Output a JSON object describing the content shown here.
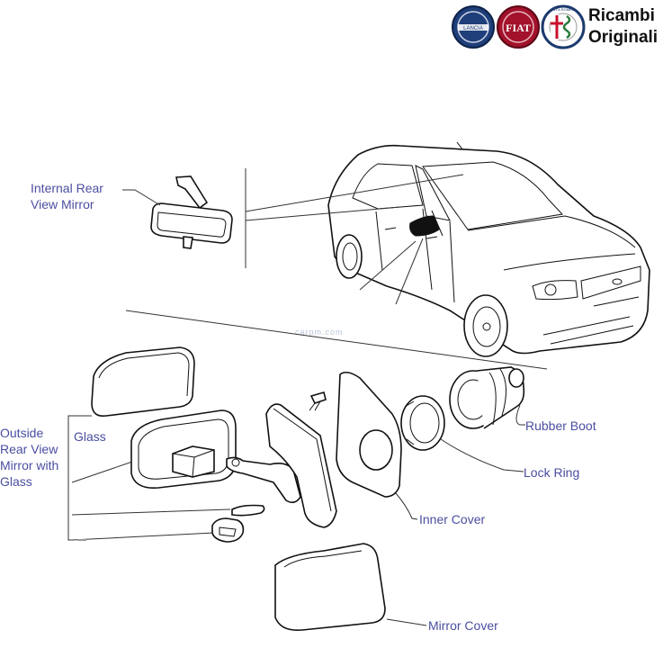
{
  "brand": {
    "line1": "Ricambi",
    "line2": "Originali",
    "logos": [
      "LANCIA",
      "FIAT",
      "ALFA ROMEO"
    ]
  },
  "watermark": "carpm.com",
  "labels": {
    "internal_mirror_1": "Internal Rear",
    "internal_mirror_2": "View Mirror",
    "outside_1": "Outside",
    "outside_2": "Rear View",
    "outside_3": "Mirror with",
    "outside_4": "Glass",
    "glass": "Glass",
    "rubber_boot": "Rubber Boot",
    "lock_ring": "Lock Ring",
    "inner_cover": "Inner Cover",
    "mirror_cover": "Mirror Cover"
  },
  "colors": {
    "label": "#4a4ea0",
    "lancia": "#1f3f7a",
    "fiat": "#a3112b",
    "alfa_ring": "#1c3a6e",
    "alfa_cross": "#c8102e",
    "alfa_snake": "#2a7a3a"
  }
}
